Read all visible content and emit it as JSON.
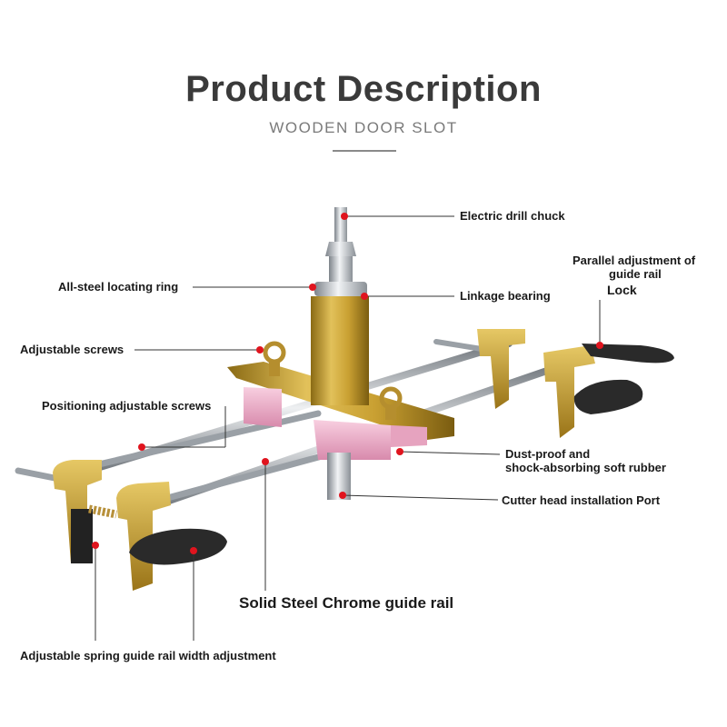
{
  "header": {
    "title": "Product Description",
    "subtitle": "WOODEN DOOR SLOT"
  },
  "callouts": {
    "drill_chuck": "Electric drill chuck",
    "locating_ring": "All-steel locating ring",
    "linkage_bearing": "Linkage bearing",
    "parallel_adjust_line1": "Parallel adjustment of",
    "parallel_adjust_line2": "guide rail",
    "lock": "Lock",
    "adjustable_screws": "Adjustable screws",
    "positioning_screws": "Positioning adjustable screws",
    "dust_proof_line1": "Dust-proof and",
    "dust_proof_line2": "shock-absorbing soft rubber",
    "cutter_head": "Cutter head installation Port",
    "guide_rail": "Solid Steel Chrome guide rail",
    "spring_adjust": "Adjustable spring guide rail width adjustment"
  },
  "colors": {
    "brass": "#c9a032",
    "pink_rubber": "#f0b0c8",
    "chrome": "#c8ccd0",
    "knob": "#2a2a2a",
    "marker": "#e0141e"
  }
}
